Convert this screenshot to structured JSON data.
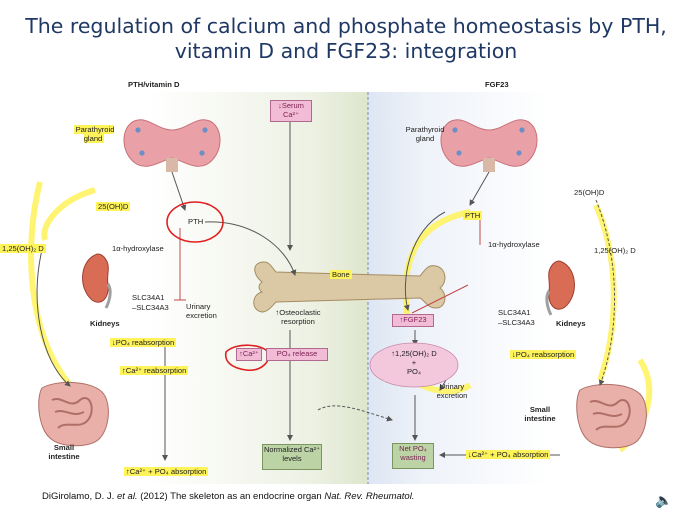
{
  "title_line1": "The regulation of calcium and phosphate homeostasis by PTH,",
  "title_line2": "vitamin D and FGF23: integration",
  "panels": {
    "left": "PTH/vitamin D",
    "right": "FGF23"
  },
  "labels": {
    "serum_ca": "↓Serum Ca²⁺",
    "parathyroid_left": "Parathyroid gland",
    "parathyroid_right": "Parathyroid gland",
    "vit_d_25_left": "25(OH)D",
    "vit_d_25_right": "25(OH)D",
    "pth_left": "PTH",
    "pth_right": "PTH",
    "vit_d_125_left": "1,25(OH)₂ D",
    "vit_d_125_right": "1,25(OH)₂ D",
    "hydroxylase_left": "1α-hydroxylase",
    "hydroxylase_right": "1α-hydroxylase",
    "bone": "Bone",
    "slc_left_1": "SLC34A1",
    "slc_left_2": "–SLC34A3",
    "slc_right_1": "SLC34A1",
    "slc_right_2": "–SLC34A3",
    "kidneys_left": "Kidneys",
    "kidneys_right": "Kidneys",
    "urinary_excretion_left": "Urinary excretion",
    "osteoclastic": "↑Osteoclastic resorption",
    "fgf23_box": "↑FGF23",
    "po4_reabs_left": "↓PO₄ reabsorption",
    "po4_reabs_right": "↓PO₄ reabsorption",
    "ca_reabs": "↑Ca²⁺ reabsorption",
    "ca_up": "↑Ca²⁺",
    "po4_release": "PO₄ release",
    "vit_d_box_1": "↑1,25(OH)₂ D",
    "vit_d_box_2": "+",
    "vit_d_box_3": "PO₄",
    "urinary_excretion_right": "Urinary excretion",
    "small_intestine_left": "Small intestine",
    "small_intestine_right": "Small intestine",
    "normalized": "Normalized Ca²⁺ levels",
    "net_po4": "Net PO₄ wasting",
    "absorption_right": "↓Ca²⁺ + PO₄ absorption",
    "absorption_left": "↑Ca²⁺ + PO₄ absorption"
  },
  "citation": {
    "authors": "DiGirolamo, D. J. ",
    "etal": "et al.",
    "middle": " (2012) The skeleton as an endocrine organ ",
    "journal": "Nat. Rev. Rheumatol."
  },
  "icons": {
    "speaker": "speaker-icon"
  },
  "colors": {
    "title": "#1f3864",
    "highlight": "#fff35a",
    "annotation_red": "#e02020",
    "pink_box": "#f2bcd6",
    "green_box": "#bcd3a6"
  }
}
